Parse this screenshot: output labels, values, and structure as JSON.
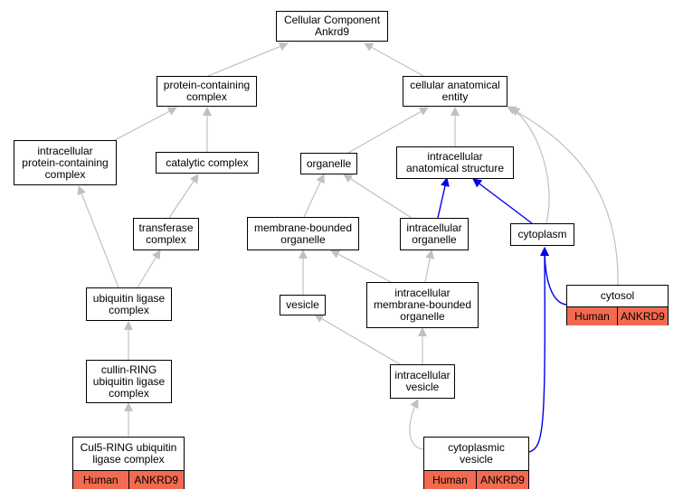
{
  "colors": {
    "edge_default": "#c0c0c0",
    "edge_highlight": "#0000ee",
    "annotation_fill": "#f26a50"
  },
  "nodes": {
    "root": "Cellular Component\nAnkrd9",
    "protein_containing_complex": "protein-containing\ncomplex",
    "cellular_anatomical_entity": "cellular anatomical\nentity",
    "intracellular_protein_containing_complex": "intracellular\nprotein-containing\ncomplex",
    "catalytic_complex": "catalytic complex",
    "organelle": "organelle",
    "intracellular_anatomical_structure": "intracellular\nanatomical structure",
    "transferase_complex": "transferase\ncomplex",
    "membrane_bounded_organelle": "membrane-bounded\norganelle",
    "intracellular_organelle": "intracellular\norganelle",
    "cytoplasm": "cytoplasm",
    "ubiquitin_ligase_complex": "ubiquitin ligase\ncomplex",
    "vesicle": "vesicle",
    "intracellular_membrane_bounded_organelle": "intracellular\nmembrane-bounded\norganelle",
    "cytosol": "cytosol",
    "cullin_ring": "cullin-RING\nubiquitin ligase\ncomplex",
    "intracellular_vesicle": "intracellular\nvesicle",
    "cul5_ring": "Cul5-RING ubiquitin\nligase complex",
    "cytoplasmic_vesicle": "cytoplasmic\nvesicle"
  },
  "annotations": {
    "cytosol": {
      "species": "Human",
      "gene": "ANKRD9"
    },
    "cul5_ring": {
      "species": "Human",
      "gene": "ANKRD9"
    },
    "cytoplasmic_vesicle": {
      "species": "Human",
      "gene": "ANKRD9"
    }
  }
}
